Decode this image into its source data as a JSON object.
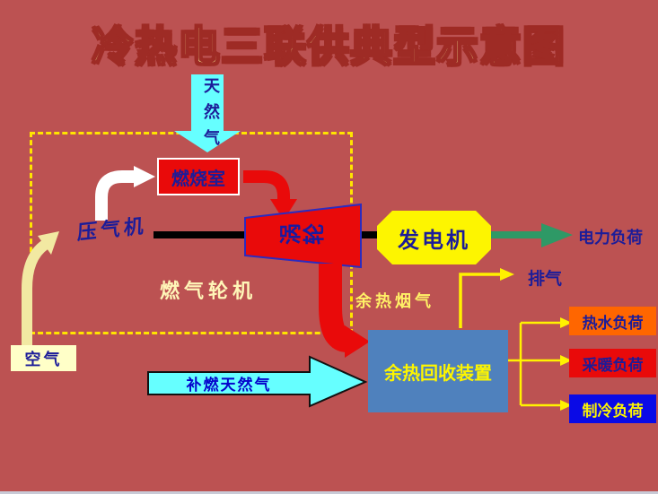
{
  "title": "冷热电三联供典型示意图",
  "gas_turbine_unit": {
    "label": "燃气轮机",
    "natural_gas": "天然气",
    "combustion_chamber": "燃烧室",
    "compressor": "压气机",
    "turbine": "涡轮",
    "air": "空气"
  },
  "generator": {
    "label": "发电机",
    "electric_load": "电力负荷"
  },
  "heat_recovery": {
    "exhaust": "排气",
    "flue_gas": "余热烟气",
    "device": "余热回收装置",
    "supplementary_gas": "补燃天然气"
  },
  "loads": [
    {
      "label": "热水负荷",
      "color": "#FF6600"
    },
    {
      "label": "采暖负荷",
      "color": "#E90A0A"
    },
    {
      "label": "制冷负荷",
      "color": "#0A0AE6"
    }
  ],
  "colors": {
    "background": "#BC5252",
    "title_fill": "#FFFF9E",
    "title_outline": "#9E2B25",
    "label_navy": "#1C1C99",
    "dashed_border": "#FFE400",
    "red_shape": "#E90A0A",
    "cyan_arrow": "#66FFFF",
    "yellow_accent": "#FFF200",
    "green_arrow": "#2E9966",
    "recovery_box": "#4F81BD",
    "cream_arrow": "#F2E9A2"
  }
}
